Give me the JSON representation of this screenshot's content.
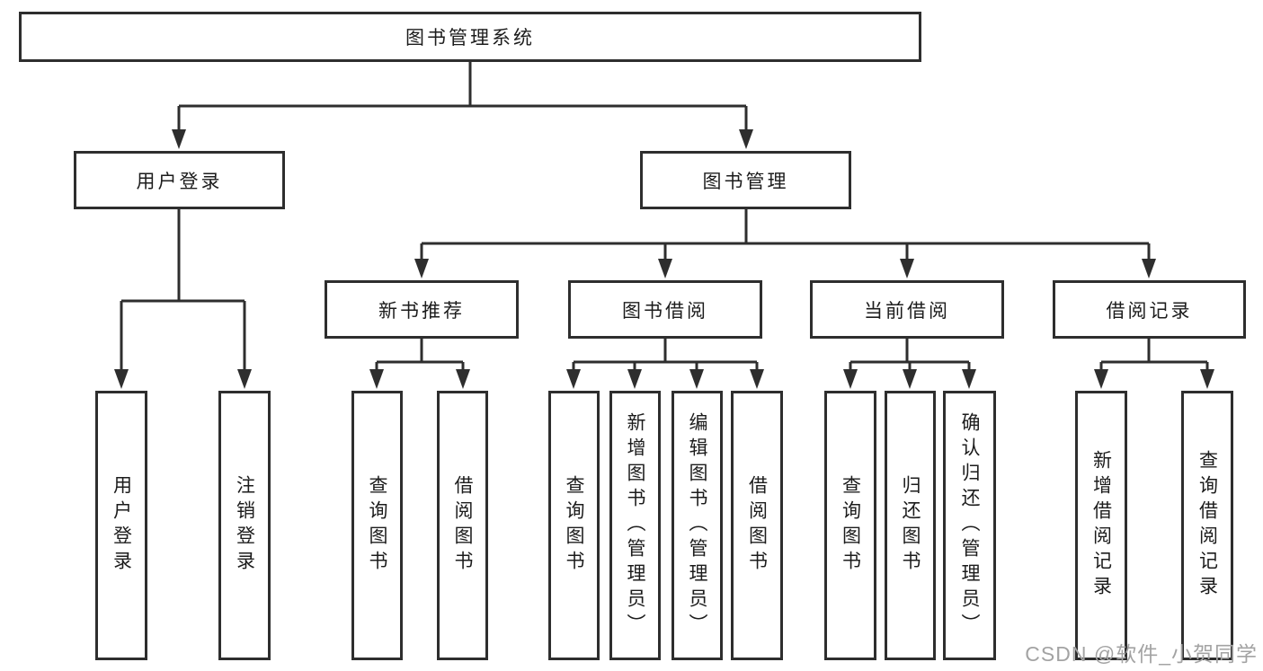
{
  "diagram": {
    "root": {
      "label": "图书管理系统"
    },
    "branches": [
      {
        "label": "用户登录",
        "children": [
          {
            "label": "用户登录"
          },
          {
            "label": "注销登录"
          }
        ]
      },
      {
        "label": "图书管理",
        "children": [
          {
            "label": "新书推荐",
            "children": [
              {
                "label": "查询图书"
              },
              {
                "label": "借阅图书"
              }
            ]
          },
          {
            "label": "图书借阅",
            "children": [
              {
                "label": "查询图书"
              },
              {
                "label": "新增图书（管理员）"
              },
              {
                "label": "编辑图书（管理员）"
              },
              {
                "label": "借阅图书"
              }
            ]
          },
          {
            "label": "当前借阅",
            "children": [
              {
                "label": "查询图书"
              },
              {
                "label": "归还图书"
              },
              {
                "label": "确认归还（管理员）"
              }
            ]
          },
          {
            "label": "借阅记录",
            "children": [
              {
                "label": "新增借阅记录"
              },
              {
                "label": "查询借阅记录"
              }
            ]
          }
        ]
      }
    ]
  },
  "watermark": {
    "text": "CSDN @软件_小贺同学"
  },
  "colors": {
    "line": "#2e2e2e",
    "box_background": "#ffffff",
    "text": "#1c1c1c",
    "watermark": "#a3a3a3"
  }
}
